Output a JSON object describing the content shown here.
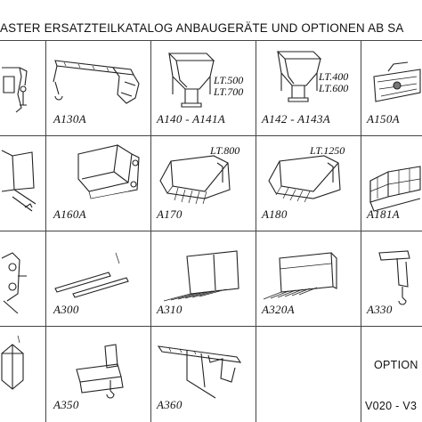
{
  "header": {
    "title": "ASTER ERSATZTEILKATALOG ANBAUGERÄTE UND OPTIONEN AB SA"
  },
  "items": [
    {
      "code": "",
      "lt": []
    },
    {
      "code": "A130A",
      "lt": []
    },
    {
      "code": "A140 - A141A",
      "lt": [
        "LT.500",
        "LT.700"
      ]
    },
    {
      "code": "A142 - A143A",
      "lt": [
        "LT.400",
        "LT.600"
      ]
    },
    {
      "code": "A150A",
      "lt": []
    },
    {
      "code": "",
      "lt": []
    },
    {
      "code": "A160A",
      "lt": []
    },
    {
      "code": "A170",
      "lt": [
        "LT.800"
      ]
    },
    {
      "code": "A180",
      "lt": [
        "LT.1250"
      ]
    },
    {
      "code": "A181A",
      "lt": []
    },
    {
      "code": "",
      "lt": []
    },
    {
      "code": "A300",
      "lt": []
    },
    {
      "code": "A310",
      "lt": []
    },
    {
      "code": "A320A",
      "lt": []
    },
    {
      "code": "A330",
      "lt": []
    },
    {
      "code": "",
      "lt": []
    },
    {
      "code": "A350",
      "lt": []
    },
    {
      "code": "A360",
      "lt": []
    }
  ],
  "options": {
    "heading": "OPTION",
    "range": "V020 - V3"
  },
  "icons": {
    "c0": "jib-crane-drawing-icon",
    "c1": "crane-boom-arm-icon",
    "c2": "concrete-hopper-icon",
    "c3": "concrete-hopper-icon",
    "c4": "sweeper-brush-icon",
    "c5": "fork-attachment-icon",
    "c6": "bucket-frame-icon",
    "c7": "bucket-icon",
    "c8": "bucket-icon",
    "c9": "work-platform-icon",
    "c10": "fork-carriage-icon",
    "c11": "forks-icon",
    "c12": "rake-icon",
    "c13": "rake-frame-icon",
    "c14": "hook-attachment-icon",
    "c15": "cage-attachment-icon",
    "c16": "hook-plate-icon",
    "c17": "jib-extension-icon"
  }
}
